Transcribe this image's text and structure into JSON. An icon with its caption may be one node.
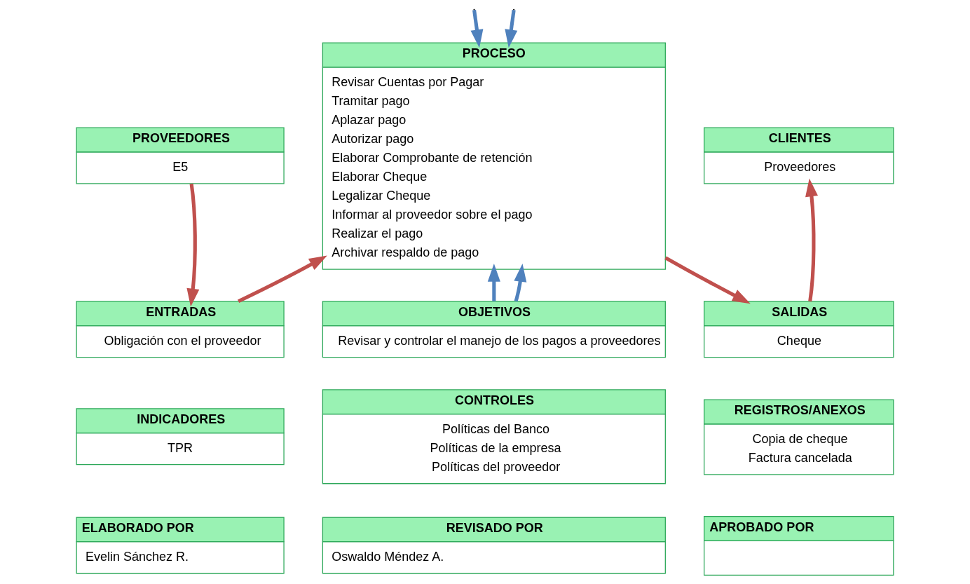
{
  "diagram": {
    "nodes": [
      {
        "text": [
          "PROVEEDORES",
          "E5"
        ]
      },
      {
        "text": [
          "PROCESO",
          "Revisar Cuentas por Pagar",
          "Tramitar pago",
          "Aplazar pago",
          "Autorizar pago",
          "Elaborar Comprobante de retención",
          "Elaborar Cheque",
          "Legalizar Cheque",
          "Informar al proveedor sobre el pago",
          "Realizar el pago",
          "Archivar respaldo de pago"
        ]
      },
      {
        "text": [
          "CLIENTES",
          "Proveedores"
        ]
      },
      {
        "text": [
          "ENTRADAS",
          "Obligación con el proveedor"
        ]
      },
      {
        "text": [
          "OBJETIVOS",
          "Revisar y controlar el manejo de los pagos a proveedores"
        ]
      },
      {
        "text": [
          "SALIDAS",
          "Cheque"
        ]
      },
      {
        "text": [
          "INDICADORES",
          "TPR"
        ]
      },
      {
        "text": [
          "CONTROLES",
          "Políticas del Banco",
          "Políticas de la empresa",
          "Políticas del proveedor"
        ]
      },
      {
        "text": [
          "REGISTROS/ANEXOS",
          "Copia de cheque",
          "Factura cancelada"
        ]
      },
      {
        "text": [
          "ELABORADO POR",
          "Evelin Sánchez R."
        ]
      },
      {
        "text": [
          "REVISADO POR",
          "Oswaldo Méndez A."
        ]
      },
      {
        "text": [
          "APROBADO POR"
        ]
      }
    ],
    "edges": [
      {
        "from": 0,
        "to": 3,
        "arrow": "to",
        "color": "#c0504d"
      },
      {
        "from": 3,
        "to": 1,
        "arrow": "to",
        "color": "#c0504d"
      },
      {
        "from": 1,
        "to": 5,
        "arrow": "to",
        "color": "#c0504d"
      },
      {
        "from": 5,
        "to": 2,
        "arrow": "to",
        "color": "#c0504d"
      },
      {
        "from": 4,
        "to": 1,
        "arrow": "to",
        "color": "#4f81bd"
      },
      {
        "from": 4,
        "to": 1,
        "arrow": "to",
        "color": "#4f81bd"
      },
      {
        "from": null,
        "to": 1,
        "arrow": "to",
        "color": "#4f81bd"
      },
      {
        "from": null,
        "to": 1,
        "arrow": "to",
        "color": "#4f81bd"
      }
    ]
  }
}
